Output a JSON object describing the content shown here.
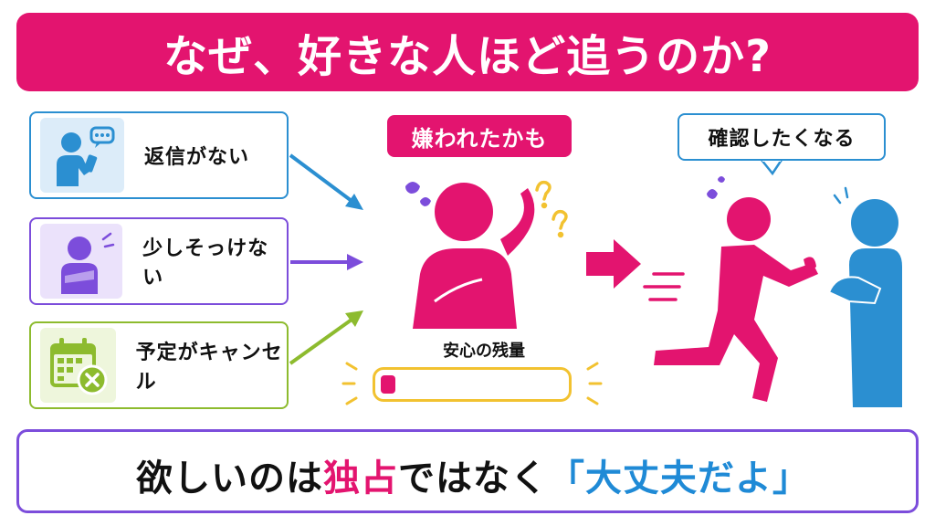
{
  "title": "なぜ、好きな人ほど追うのか?",
  "causes": [
    {
      "label": "返信がない",
      "icon": "person-phone-chat-icon"
    },
    {
      "label": "少しそっけない",
      "icon": "person-arms-crossed-icon"
    },
    {
      "label": "予定がキャンセル",
      "icon": "calendar-cancel-icon"
    }
  ],
  "worry_tag": "嫌われたかも",
  "speech_bubble": "確認したくなる",
  "gauge": {
    "label": "安心の残量",
    "level_percent": 8
  },
  "footer": {
    "part1": "欲しいのは",
    "part2": "独占",
    "part3": "ではなく",
    "part4": "「大丈夫だよ」"
  },
  "colors": {
    "brand_pink": "#e3146f",
    "blue": "#2b8fd1",
    "purple": "#7c4ddb",
    "green": "#8dbb2e",
    "yellow": "#f2c230"
  }
}
